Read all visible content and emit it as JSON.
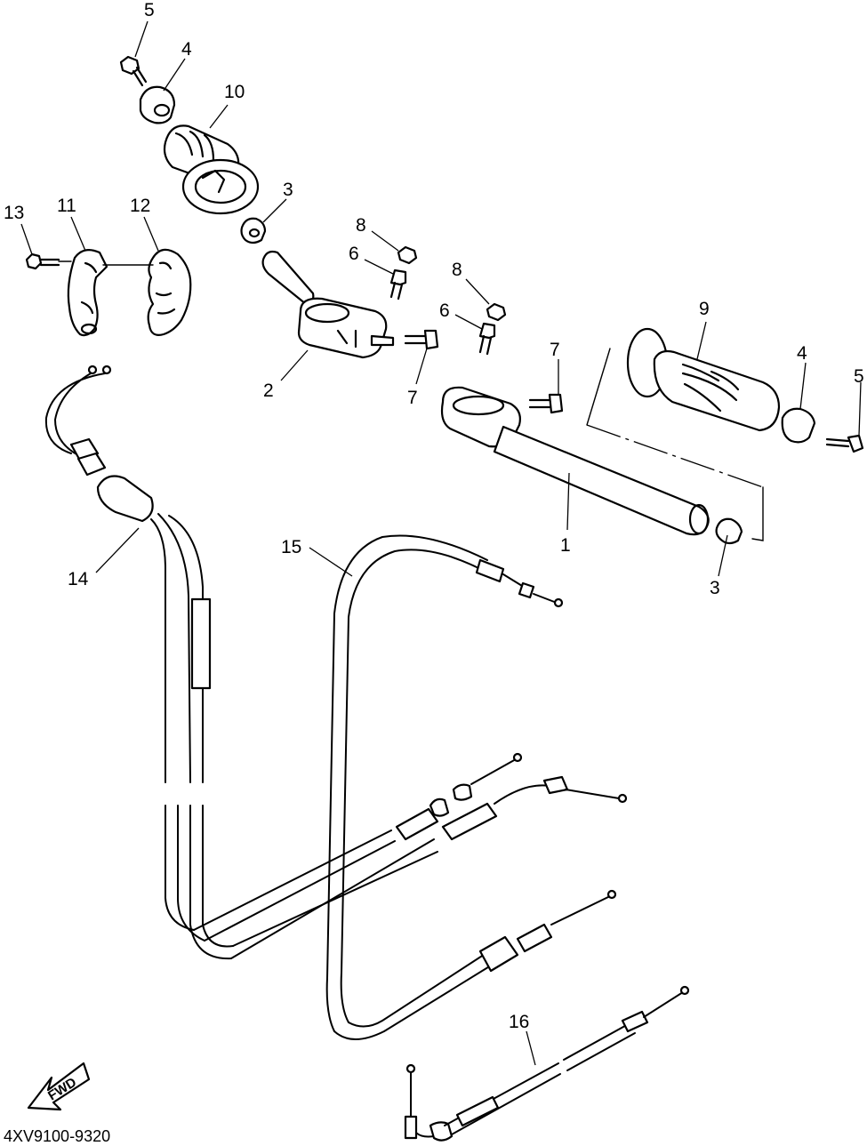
{
  "diagram": {
    "catalog_code": "4XV9100-9320",
    "direction_label": "FWD",
    "callouts": [
      {
        "id": "c5a",
        "label": "5"
      },
      {
        "id": "c4a",
        "label": "4"
      },
      {
        "id": "c10",
        "label": "10"
      },
      {
        "id": "c3a",
        "label": "3"
      },
      {
        "id": "c13",
        "label": "13"
      },
      {
        "id": "c11",
        "label": "11"
      },
      {
        "id": "c12",
        "label": "12"
      },
      {
        "id": "c8a",
        "label": "8"
      },
      {
        "id": "c6a",
        "label": "6"
      },
      {
        "id": "c8b",
        "label": "8"
      },
      {
        "id": "c6b",
        "label": "6"
      },
      {
        "id": "c9",
        "label": "9"
      },
      {
        "id": "c7a",
        "label": "7"
      },
      {
        "id": "c4b",
        "label": "4"
      },
      {
        "id": "c5b",
        "label": "5"
      },
      {
        "id": "c2",
        "label": "2"
      },
      {
        "id": "c7b",
        "label": "7"
      },
      {
        "id": "c1",
        "label": "1"
      },
      {
        "id": "c3b",
        "label": "3"
      },
      {
        "id": "c15",
        "label": "15"
      },
      {
        "id": "c14",
        "label": "14"
      },
      {
        "id": "c16",
        "label": "16"
      }
    ]
  }
}
